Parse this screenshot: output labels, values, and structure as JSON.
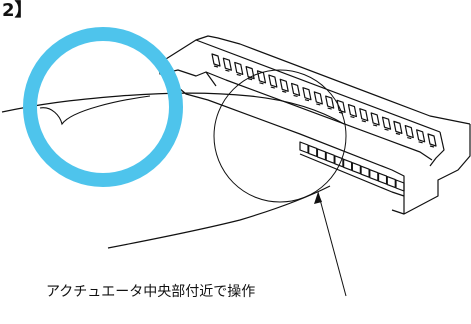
{
  "header_fragment": "2】",
  "caption": "アクチュエータ中央部付近で操作",
  "colors": {
    "ring": "#4ec4ec",
    "line": "#111111",
    "background": "#ffffff"
  },
  "connector": {
    "contact_count": 20
  }
}
